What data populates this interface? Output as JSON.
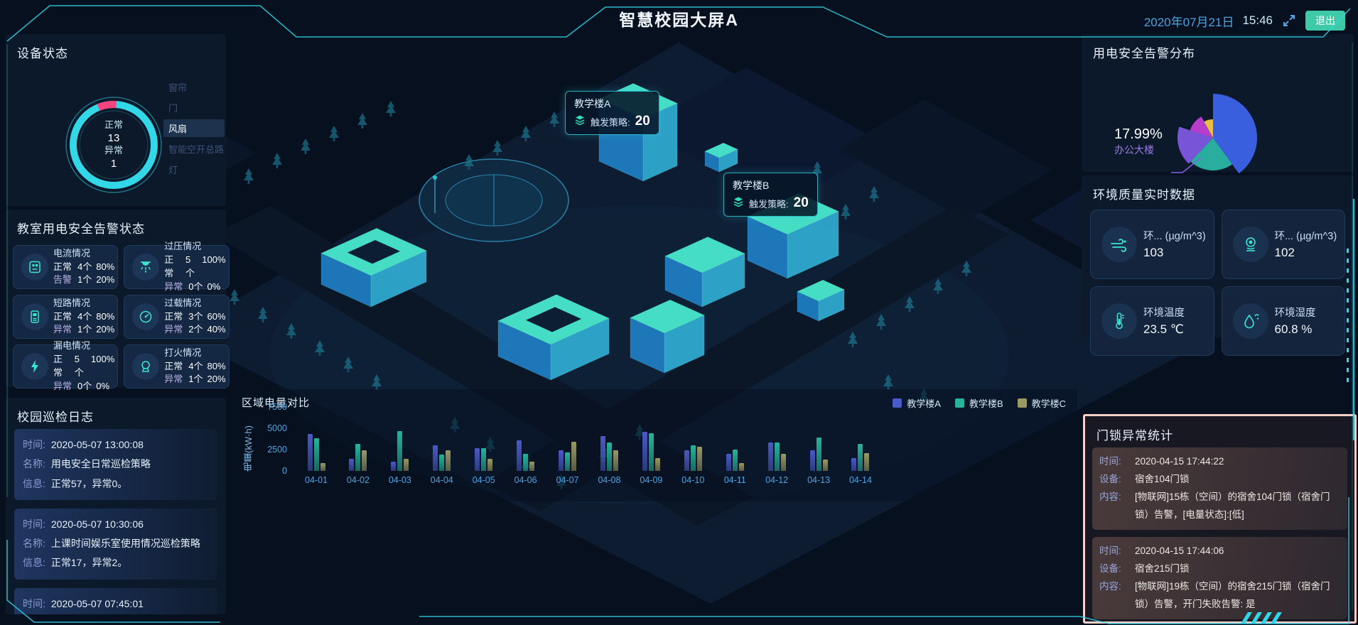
{
  "header": {
    "title": "智慧校园大屏A",
    "date": "2020年07月21日",
    "time": "15:46",
    "exit_label": "退出"
  },
  "device_status": {
    "title": "设备状态"
  },
  "power_safety": {
    "title": "教室用电安全告警状态",
    "cards": [
      {
        "icon": "socket-icon",
        "name": "电流情况",
        "row1": {
          "label": "正常",
          "count": "4个",
          "pct": "80%"
        },
        "row2": {
          "label": "告警",
          "count": "1个",
          "pct": "20%"
        }
      },
      {
        "icon": "lamp-icon",
        "name": "过压情况",
        "row1": {
          "label": "正常",
          "count": "5个",
          "pct": "100%"
        },
        "row2": {
          "label": "异常",
          "count": "0个",
          "pct": "0%"
        }
      },
      {
        "icon": "breaker-icon",
        "name": "短路情况",
        "row1": {
          "label": "正常",
          "count": "4个",
          "pct": "80%"
        },
        "row2": {
          "label": "异常",
          "count": "1个",
          "pct": "20%"
        }
      },
      {
        "icon": "gauge-icon",
        "name": "过载情况",
        "row1": {
          "label": "正常",
          "count": "3个",
          "pct": "60%"
        },
        "row2": {
          "label": "异常",
          "count": "2个",
          "pct": "40%"
        }
      },
      {
        "icon": "lightning-icon",
        "name": "漏电情况",
        "row1": {
          "label": "正常",
          "count": "5个",
          "pct": "100%"
        },
        "row2": {
          "label": "异常",
          "count": "0个",
          "pct": "0%"
        }
      },
      {
        "icon": "spark-icon",
        "name": "打火情况",
        "row1": {
          "label": "正常",
          "count": "4个",
          "pct": "80%"
        },
        "row2": {
          "label": "异常",
          "count": "1个",
          "pct": "20%"
        }
      }
    ]
  },
  "inspection_log": {
    "title": "校园巡检日志",
    "labels": {
      "time": "时间:",
      "name": "名称:",
      "info": "信息:"
    },
    "entries": [
      {
        "time": "2020-05-07 13:00:08",
        "name": "用电安全日常巡检策略",
        "info": "正常57，异常0。"
      },
      {
        "time": "2020-05-07 10:30:06",
        "name": "上课时间娱乐室使用情况巡检策略",
        "info": "正常17，异常2。"
      },
      {
        "time": "2020-05-07 07:45:01",
        "name": "",
        "info": ""
      }
    ]
  },
  "map_overlay": {
    "tooltips": [
      {
        "name": "教学楼A",
        "policy_label": "触发策略:",
        "value": "20"
      },
      {
        "name": "教学楼B",
        "policy_label": "触发策略:",
        "value": "20"
      }
    ]
  },
  "alarm_distribution": {
    "title": "用电安全告警分布"
  },
  "environment": {
    "title": "环境质量实时数据",
    "cards": [
      {
        "icon": "wind-icon",
        "label": "环... (µg/m^3)",
        "value": "103"
      },
      {
        "icon": "camera-icon",
        "label": "环... (µg/m^3)",
        "value": "102"
      },
      {
        "icon": "thermometer-icon",
        "label": "环境温度",
        "value": "23.5 ℃"
      },
      {
        "icon": "droplet-icon",
        "label": "环境湿度",
        "value": "60.8 %"
      }
    ]
  },
  "door_lock": {
    "title": "门锁异常统计",
    "highlight_color": "#F8CFC8",
    "labels": {
      "time": "时间:",
      "device": "设备:",
      "content": "内容:"
    },
    "entries": [
      {
        "time": "2020-04-15 17:44:22",
        "device": "宿舍104门锁",
        "content": "[物联网]15栋（空间）的宿舍104门锁（宿舍门锁）告警，[电量状态]:[低]"
      },
      {
        "time": "2020-04-15 17:44:06",
        "device": "宿舍215门锁",
        "content": "[物联网]19栋（空间）的宿舍215门锁（宿舍门锁）告警，开门失败告警: 是"
      }
    ]
  },
  "chart_data": [
    {
      "type": "donut",
      "title": "设备状态",
      "series": [
        {
          "name": "正常",
          "value": 13,
          "color": "#35E3F2"
        },
        {
          "name": "异常",
          "value": 1,
          "color": "#F5437F"
        }
      ],
      "legend": [
        {
          "label": "窗帘",
          "active": false
        },
        {
          "label": "门",
          "active": false
        },
        {
          "label": "风扇",
          "active": true
        },
        {
          "label": "智能空开总路",
          "active": false
        },
        {
          "label": "灯",
          "active": false
        }
      ],
      "legend_position": "right"
    },
    {
      "type": "pie",
      "variant": "rose",
      "title": "用电安全告警分布",
      "slices": [
        {
          "name": "",
          "pct": 40.02,
          "radius": 62,
          "color": "#3D63E8"
        },
        {
          "name": "",
          "pct": 22.0,
          "radius": 46,
          "color": "#2BB5A5"
        },
        {
          "name": "办公大楼",
          "pct": 17.99,
          "radius": 50,
          "color": "#7E57E0",
          "label": "17.99%"
        },
        {
          "name": "",
          "pct": 12.0,
          "radius": 34,
          "color": "#C33FD6"
        },
        {
          "name": "",
          "pct": 7.99,
          "radius": 26,
          "color": "#F5C842"
        }
      ],
      "callout": {
        "pct_text": "17.99%",
        "name_text": "办公大楼"
      }
    },
    {
      "type": "bar",
      "title": "区域电量对比",
      "ylabel": "电量(kW·h)",
      "ylim": [
        0,
        7500
      ],
      "yticks": [
        0,
        2500,
        5000,
        7500
      ],
      "categories": [
        "04-01",
        "04-02",
        "04-03",
        "04-04",
        "04-05",
        "04-06",
        "04-07",
        "04-08",
        "04-09",
        "04-10",
        "04-11",
        "04-12",
        "04-13",
        "04-14"
      ],
      "series": [
        {
          "name": "教学楼A",
          "color": "#4A5AC8",
          "values": [
            4300,
            1400,
            1100,
            3000,
            2700,
            3600,
            2400,
            4100,
            4600,
            2400,
            2000,
            3300,
            2400,
            1500
          ]
        },
        {
          "name": "教学楼B",
          "color": "#27B39C",
          "values": [
            3800,
            3200,
            4700,
            1900,
            2700,
            2000,
            2200,
            3300,
            4400,
            3000,
            2500,
            3300,
            3900,
            3200
          ]
        },
        {
          "name": "教学楼C",
          "color": "#9A9A62",
          "values": [
            900,
            2400,
            1400,
            2400,
            1400,
            1100,
            3400,
            2400,
            1500,
            2800,
            900,
            2000,
            1300,
            2100
          ]
        }
      ],
      "legend_position": "top-right",
      "grid": false
    }
  ]
}
